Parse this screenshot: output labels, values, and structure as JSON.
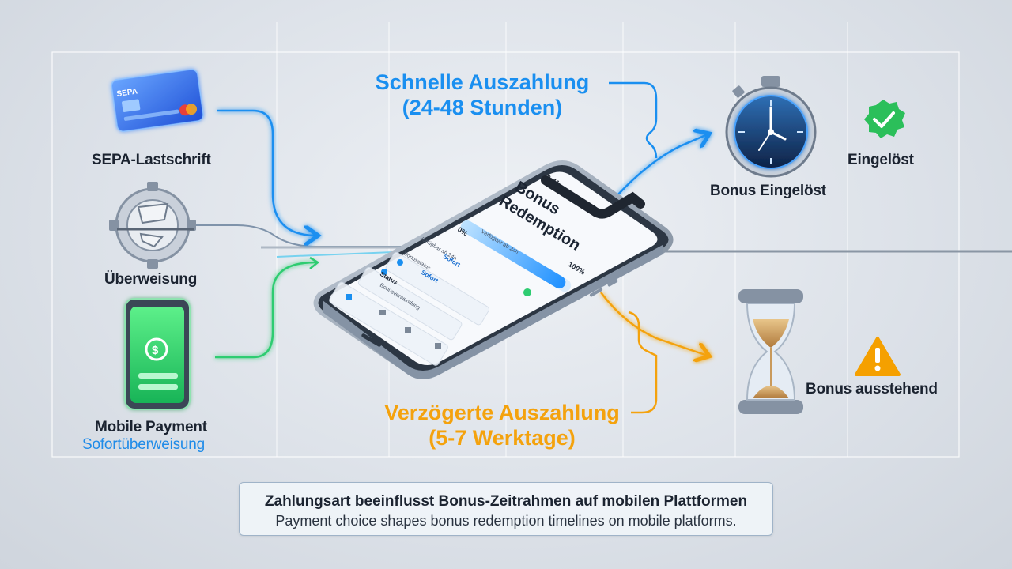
{
  "methods": [
    {
      "id": "sepa",
      "label": "SEPA-Lastschrift",
      "card_text": "SEPA"
    },
    {
      "id": "transfer",
      "label": "Überweisung"
    },
    {
      "id": "mobile",
      "label": "Mobile Payment",
      "sublabel": "Sofortüberweisung"
    }
  ],
  "fast": {
    "line1": "Schnelle Auszahlung",
    "line2": "(24-48 Stunden)"
  },
  "slow": {
    "line1": "Verzögerte Auszahlung",
    "line2": "(5-7 Werktage)"
  },
  "outcomes": {
    "redeemed_label": "Bonus Eingelöst",
    "redeemed_badge": "Eingelöst",
    "pending_badge": "Bonus ausstehend"
  },
  "phone": {
    "status_time": "9:41",
    "title_line1": "Bonus",
    "title_line2": "Redemption",
    "progress_start": "0%",
    "progress_end": "100%",
    "progress_fraction": 0.95,
    "progress_caption": "Verfügbar ab 24h",
    "row1_line1": "Verfügbar ab 24h",
    "row1_line2": "Sofort",
    "row2_line1": "Bonusstatus",
    "row2_line2": "Sofort",
    "row3_line1": "Status",
    "row3_line2": "Bonusverwendung"
  },
  "caption": {
    "de": "Zahlungsart beeinflusst Bonus-Zeitrahmen auf mobilen Plattformen",
    "en": "Payment choice shapes bonus redemption timelines on mobile platforms."
  },
  "colors": {
    "blue": "#1a8ff0",
    "green": "#2ecc71",
    "orange": "#f4a20d",
    "success": "#2bbf5a",
    "warning": "#f5a000"
  }
}
